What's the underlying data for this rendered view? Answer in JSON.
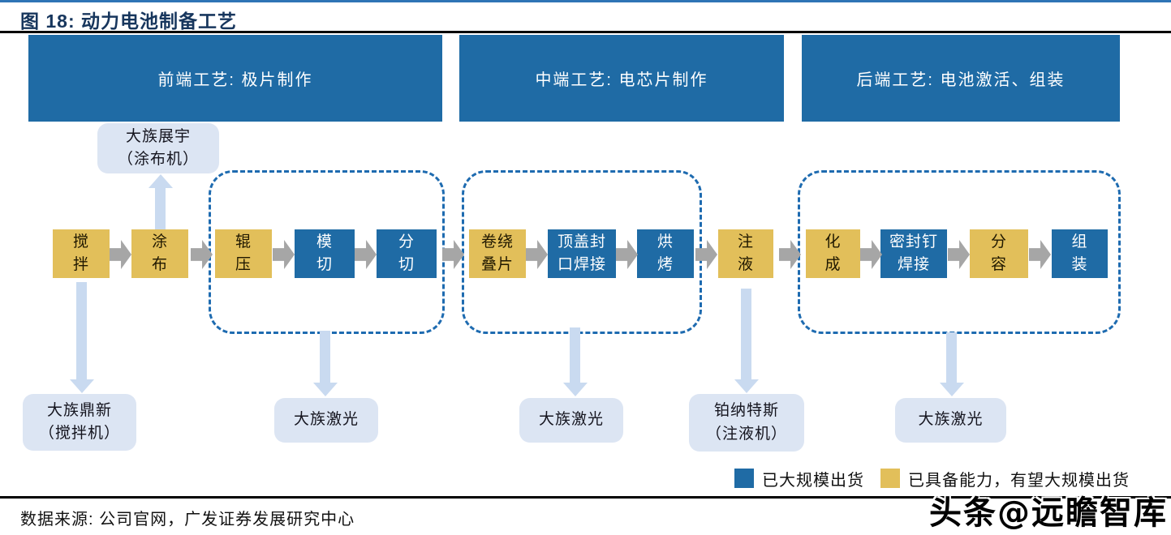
{
  "figure": {
    "title": "图 18: 动力电池制备工艺",
    "source": "数据来源: 公司官网，广发证券发展研究中心",
    "watermark": "头条@远瞻智库"
  },
  "stages": [
    {
      "label": "前端工艺: 极片制作"
    },
    {
      "label": "中端工艺: 电芯片制作"
    },
    {
      "label": "后端工艺: 电池激活、组装"
    }
  ],
  "process_steps": [
    {
      "label": "搅\n拌",
      "status": "capable"
    },
    {
      "label": "涂\n布",
      "status": "capable"
    },
    {
      "label": "辊\n压",
      "status": "capable"
    },
    {
      "label": "模\n切",
      "status": "mass-shipped"
    },
    {
      "label": "分\n切",
      "status": "mass-shipped"
    },
    {
      "label": "卷绕\n叠片",
      "status": "capable"
    },
    {
      "label": "顶盖封\n口焊接",
      "status": "mass-shipped"
    },
    {
      "label": "烘\n烤",
      "status": "mass-shipped"
    },
    {
      "label": "注\n液",
      "status": "capable"
    },
    {
      "label": "化\n成",
      "status": "capable"
    },
    {
      "label": "密封钉\n焊接",
      "status": "mass-shipped"
    },
    {
      "label": "分\n容",
      "status": "capable"
    },
    {
      "label": "组\n装",
      "status": "mass-shipped"
    }
  ],
  "suppliers": [
    {
      "label": "大族展宇\n（涂布机）"
    },
    {
      "label": "大族鼎新\n（搅拌机）"
    },
    {
      "label": "大族激光"
    },
    {
      "label": "大族激光"
    },
    {
      "label": "铂纳特斯\n（注液机）"
    },
    {
      "label": "大族激光"
    }
  ],
  "legend": [
    {
      "label": "已大规模出货",
      "color": "#1F6BA5"
    },
    {
      "label": "已具备能力，有望大规模出货",
      "color": "#E2BF5A"
    }
  ],
  "colors": {
    "stage_bar": "#1F6BA5",
    "box_blue": "#1F6BA5",
    "box_yellow": "#E2BF5A",
    "dashed": "#1E6BB0",
    "callout": "#DCE5F3",
    "arrow_gray": "#A6A6A6",
    "arrow_blue": "#C9DAF0",
    "accent_line": "#2E74B5",
    "title_color": "#17365D"
  }
}
